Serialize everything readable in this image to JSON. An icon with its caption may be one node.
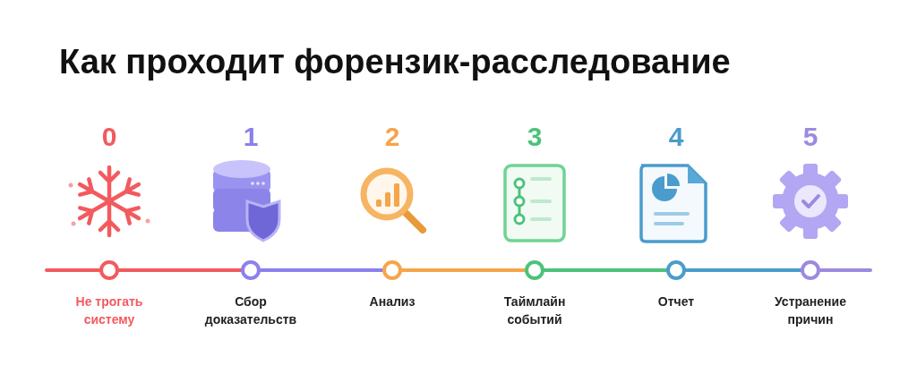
{
  "diagram": {
    "title": "Как проходит форензик-расследование",
    "nodes": [
      {
        "text": [],
        "shape": "circle",
        "beside": [
          "Не трогать систему"
        ]
      },
      {
        "text": [],
        "shape": "circle",
        "beside": [
          "Сбор доказательств"
        ]
      },
      {
        "text": [],
        "shape": "circle",
        "beside": [
          "Анализ"
        ]
      },
      {
        "text": [],
        "shape": "circle",
        "beside": [
          "Таймлайн событий"
        ]
      },
      {
        "text": [],
        "shape": "circle",
        "beside": [
          "Отчет"
        ]
      },
      {
        "text": [],
        "shape": "circle",
        "beside": [
          "Устранение причин"
        ]
      }
    ],
    "labels": [
      "0",
      "1",
      "2",
      "3",
      "4",
      "5"
    ],
    "edges": [
      {
        "from": null,
        "to": 0,
        "arrow": "none",
        "color": "#f25a5e"
      },
      {
        "from": 0,
        "to": 1,
        "arrow": "none",
        "color": "#f25a5e"
      },
      {
        "from": 1,
        "to": 2,
        "arrow": "none",
        "color": "#8b80ee"
      },
      {
        "from": 2,
        "to": 3,
        "arrow": "none",
        "color": "#f5a54a"
      },
      {
        "from": 3,
        "to": 4,
        "arrow": "none",
        "color": "#4cc27a"
      },
      {
        "from": 4,
        "to": 5,
        "arrow": "none",
        "color": "#4a9ccc"
      },
      {
        "from": 5,
        "to": null,
        "arrow": "none",
        "color": "#9c8ae0"
      }
    ]
  }
}
